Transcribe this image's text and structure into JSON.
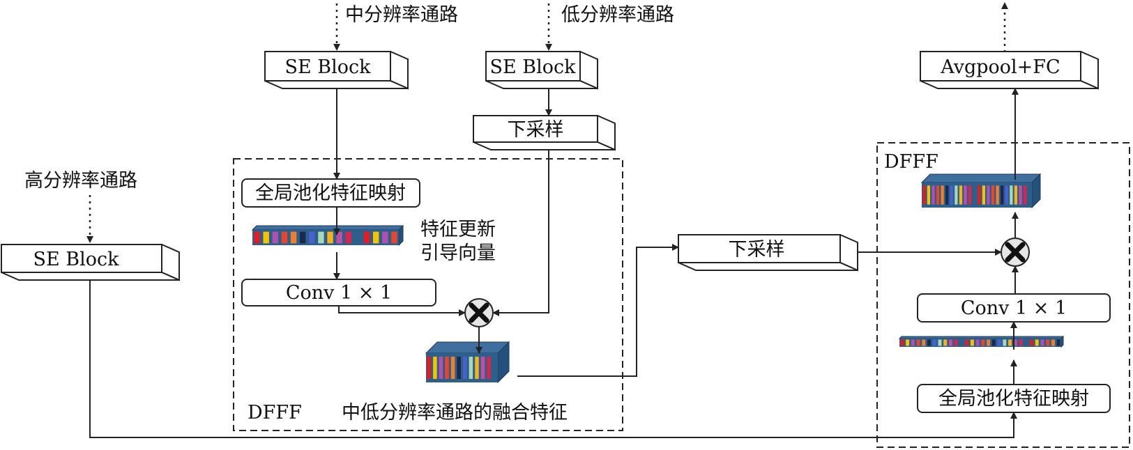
{
  "diagram": {
    "inputs": {
      "mid_path": "中分辨率通路",
      "low_path": "低分辨率通路",
      "high_path": "高分辨率通路"
    },
    "se_block_label": "SE Block",
    "downsample_label": "下采样",
    "left_dfff": {
      "label": "DFFF",
      "gap_label": "全局池化特征映射",
      "guide_vector_line1": "特征更新",
      "guide_vector_line2": "引导向量",
      "conv_label": "Conv 1 × 1",
      "fused_label": "中低分辨率通路的融合特征"
    },
    "right_dfff": {
      "label": "DFFF",
      "gap_label": "全局池化特征映射",
      "conv_label": "Conv 1 × 1"
    },
    "output": {
      "avgpool_label": "Avgpool+FC"
    },
    "palette": [
      "#e31b23",
      "#f5c400",
      "#b04fb4",
      "#e8452c",
      "#f07f2b",
      "#1b2a4a",
      "#4a5fd0",
      "#a8d8b8",
      "#f6b21a",
      "#c04ea2",
      "#d9254d",
      "#2d5f8b"
    ]
  }
}
